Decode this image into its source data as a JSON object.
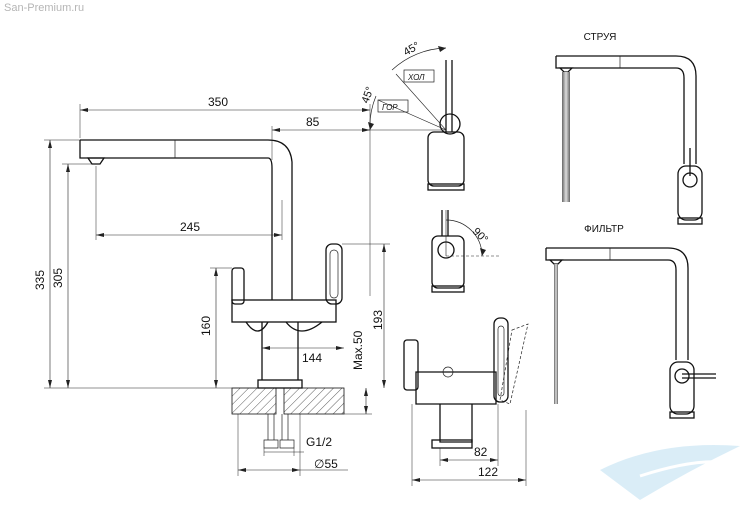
{
  "watermark": "San-Premium.ru",
  "dimensions": {
    "total_length": "350",
    "top_offset": "85",
    "spout_reach": "245",
    "total_height": "335",
    "spout_height": "305",
    "lever_height": "160",
    "body_height": "193",
    "body_width": "144",
    "max_deck": "Max.50",
    "thread": "G1/2",
    "hole_diameter": "∅55",
    "side_base": "82",
    "side_width": "122"
  },
  "angle_labels": {
    "cold_angle": "45°",
    "hot_angle": "45°",
    "cold": "ХОЛ",
    "hot": "ГОР",
    "lever_rotation": "90°"
  },
  "mode_labels": {
    "stream": "СТРУЯ",
    "filter": "ФИЛЬТР"
  }
}
